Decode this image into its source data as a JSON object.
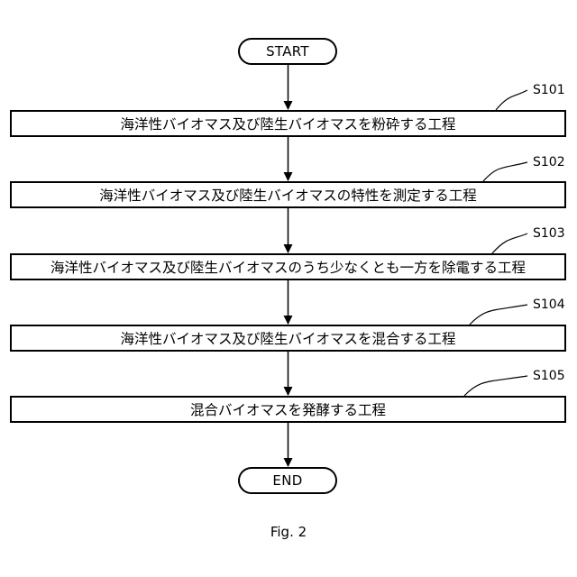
{
  "flowchart": {
    "start_label": "START",
    "end_label": "END",
    "steps": [
      {
        "id": "S101",
        "text": "海洋性バイオマス及び陸生バイオマスを粉砕する工程"
      },
      {
        "id": "S102",
        "text": "海洋性バイオマス及び陸生バイオマスの特性を測定する工程"
      },
      {
        "id": "S103",
        "text": "海洋性バイオマス及び陸生バイオマスのうち少なくとも一方を除電する工程"
      },
      {
        "id": "S104",
        "text": "海洋性バイオマス及び陸生バイオマスを混合する工程"
      },
      {
        "id": "S105",
        "text": "混合バイオマスを発酵する工程"
      }
    ]
  },
  "figure": {
    "caption": "Fig. 2"
  }
}
